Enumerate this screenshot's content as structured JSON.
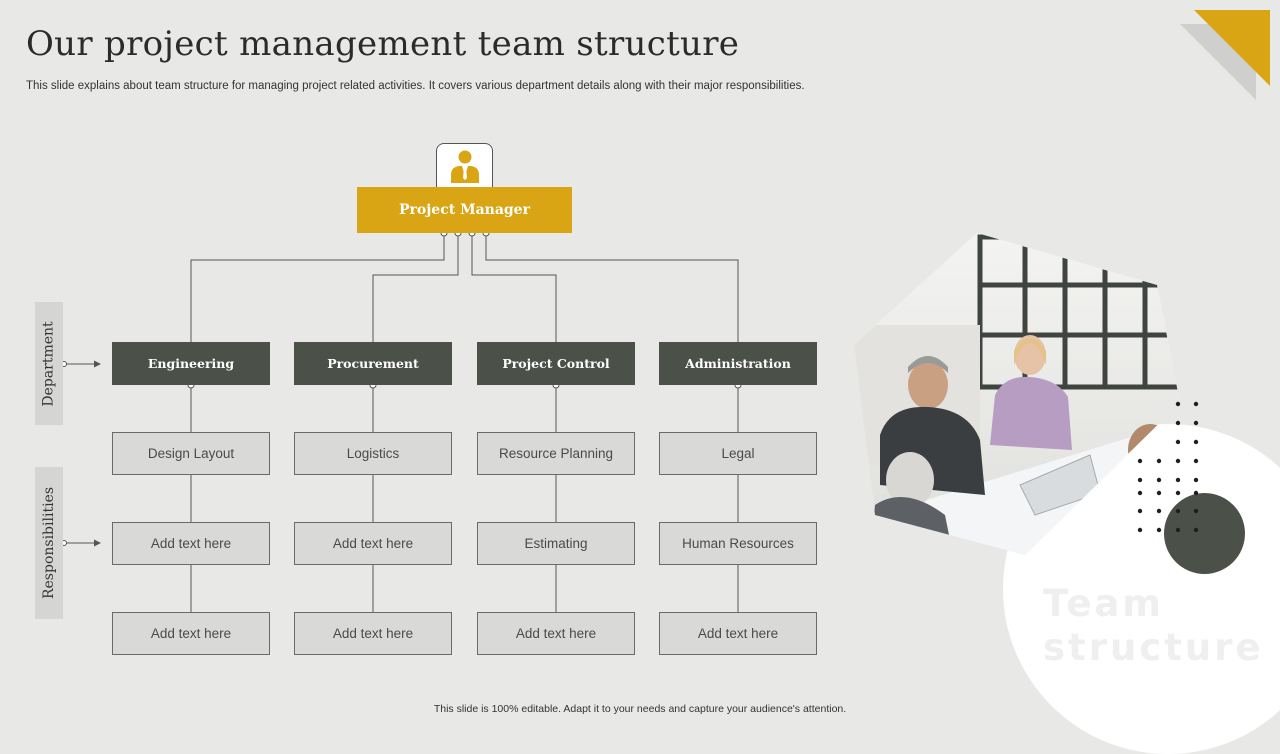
{
  "title": "Our project management team structure",
  "subtitle": "This slide explains about team structure for managing project related activities. It covers various department details along with their major responsibilities.",
  "footer": "This slide is 100% editable.  Adapt it to your needs and capture your audience's attention.",
  "manager": {
    "label": "Project Manager",
    "icon": "businessman-icon"
  },
  "side_labels": {
    "department": "Department",
    "responsibilities": "Responsibilities"
  },
  "departments": [
    {
      "name": "Engineering",
      "responsibilities": [
        "Design Layout",
        "Add text here",
        "Add text here"
      ]
    },
    {
      "name": "Procurement",
      "responsibilities": [
        "Logistics",
        "Add text here",
        "Add text here"
      ]
    },
    {
      "name": "Project Control",
      "responsibilities": [
        "Resource Planning",
        "Estimating",
        "Add text here"
      ]
    },
    {
      "name": "Administration",
      "responsibilities": [
        "Legal",
        "Human Resources",
        "Add text here"
      ]
    }
  ],
  "watermark": {
    "line1": "Team",
    "line2": "structure"
  },
  "colors": {
    "accent": "#d9a515",
    "dark": "#4b5148",
    "background": "#e8e9e6"
  }
}
